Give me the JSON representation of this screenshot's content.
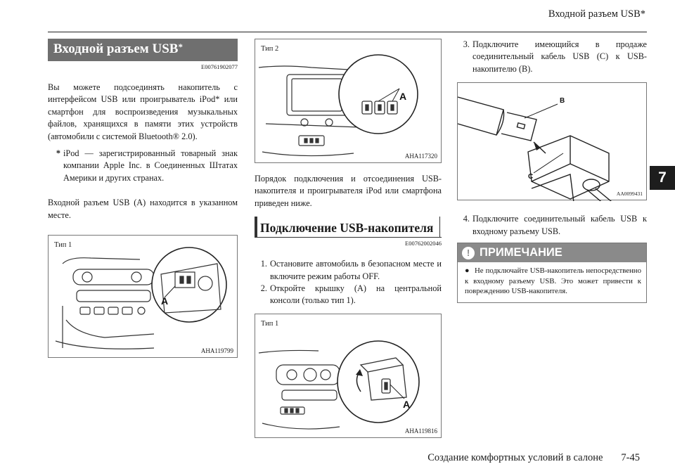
{
  "header": {
    "title": "Входной разъем USB*"
  },
  "side_tab": "7",
  "footer": {
    "section": "Создание комфортных условий в салоне",
    "page": "7-45"
  },
  "col1": {
    "section_title": "Входной разъем USB",
    "section_title_mark": "*",
    "code": "E00761902077",
    "intro": "Вы можете подсоединять накопитель с интерфейсом USB или проигрыватель iPod* или смартфон для воспроизведения музыкальных файлов, хранящихся в памяти этих устройств (автомобили с системой Bluetooth® 2.0).",
    "footnote_mark": "*",
    "footnote": "iPod — зарегистрированный товарный знак компании Apple Inc. в Соединенных Штатах Америки и других странах.",
    "location": "Входной разъем USB (A) находится в указанном месте.",
    "figure": {
      "type": "Тип 1",
      "label": "A",
      "code": "AHA119799"
    }
  },
  "col2": {
    "figure_top": {
      "type": "Тип 2",
      "label": "A",
      "code": "AHA117320"
    },
    "order_text": "Порядок подключения и отсоединения USB-накопителя и проигрывателя iPod или смартфона приведен ниже.",
    "subsection_title": "Подключение USB-накопителя",
    "code": "E00762002046",
    "steps": [
      {
        "num": "1.",
        "text": "Остановите автомобиль в безопасном месте и включите режим работы OFF."
      },
      {
        "num": "2.",
        "text": "Откройте крышку (A) на центральной консоли (только тип 1)."
      }
    ],
    "figure_bottom": {
      "type": "Тип 1",
      "label": "A",
      "code": "AHA119816"
    }
  },
  "col3": {
    "step3": {
      "num": "3.",
      "text": "Подключите имеющийся в продаже соединительный кабель USB (C) к USB-накопителю (B)."
    },
    "figure": {
      "label_b": "B",
      "label_c": "C",
      "code": "AA0099431"
    },
    "step4": {
      "num": "4.",
      "text": "Подключите соединительный кабель USB к входному разъему USB."
    },
    "notice": {
      "title": "ПРИМЕЧАНИЕ",
      "icon": "!",
      "text": "Не подключайте USB-накопитель непосредственно к входному разъему USB. Это может привести к повреждению USB-накопителя."
    }
  }
}
